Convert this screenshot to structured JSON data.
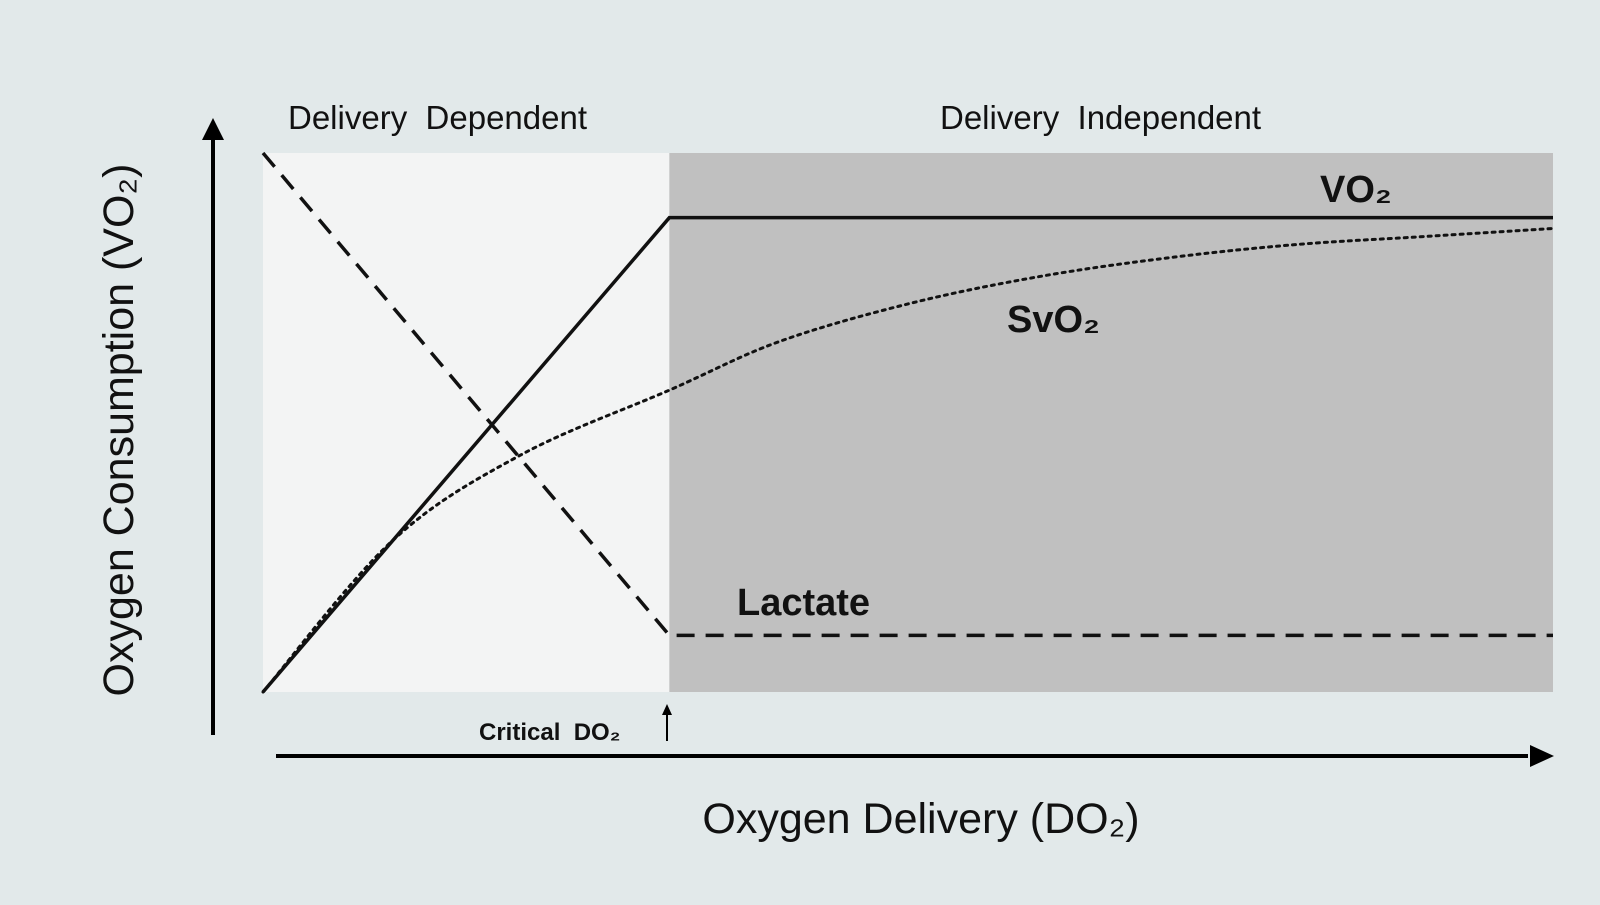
{
  "chart_data": {
    "type": "line",
    "title": "",
    "xlabel": "Oxygen Delivery (DO₂)",
    "ylabel": "Oxygen Consumption (VO₂)",
    "xlim": [
      0,
      100
    ],
    "ylim": [
      0,
      100
    ],
    "grid": false,
    "tick_labels": false,
    "regions": [
      {
        "label": "Delivery  Dependent",
        "x_range": [
          0,
          31.5
        ],
        "fill": "#f3f4f4"
      },
      {
        "label": "Delivery  Independent",
        "x_range": [
          31.5,
          100
        ],
        "fill": "#c0c0c0"
      }
    ],
    "critical_point": {
      "label": "Critical  DO₂",
      "x": 31.5
    },
    "series": [
      {
        "name": "VO₂",
        "style": "solid",
        "x": [
          0,
          31.5,
          100
        ],
        "y": [
          0,
          88,
          88
        ]
      },
      {
        "name": "SvO₂",
        "style": "dotted",
        "x": [
          0,
          10,
          20,
          31.5,
          40,
          50,
          60,
          70,
          80,
          90,
          100
        ],
        "y": [
          0,
          28,
          44,
          56,
          65,
          72,
          77,
          80.5,
          83,
          84.5,
          86
        ]
      },
      {
        "name": "Lactate",
        "style": "dashed",
        "x": [
          0,
          31.5,
          100
        ],
        "y": [
          100,
          10.5,
          10.5
        ]
      }
    ]
  },
  "colors": {
    "background": "#e2e9ea",
    "dependent_region": "#f3f4f4",
    "independent_region": "#c0c0c0",
    "line": "#111111"
  }
}
